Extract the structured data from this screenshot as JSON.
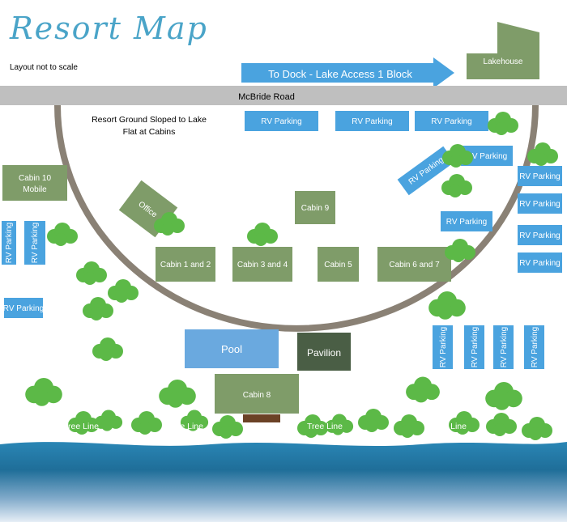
{
  "title": "Resort Map",
  "note": "Layout not to scale",
  "slope_note": [
    "Resort Ground Sloped to Lake",
    "Flat at Cabins"
  ],
  "road": "McBride Road",
  "dock_arrow": "To Dock - Lake Access 1 Block",
  "lakehouse": "Lakehouse",
  "office": "Office",
  "pool": "Pool",
  "pavilion": "Pavilion",
  "cabins": {
    "c10": [
      "Cabin 10",
      "Mobile"
    ],
    "c12": "Cabin 1 and 2",
    "c34": "Cabin 3 and 4",
    "c5": "Cabin 5",
    "c67": "Cabin 6 and 7",
    "c8": "Cabin 8",
    "c9": "Cabin 9"
  },
  "rv_parking": "RV Parking",
  "tree_line": "Tree Line",
  "colors": {
    "title": "#4aa4c8",
    "road": "#bfbfbf",
    "track": "#8a8175",
    "arrow": "#4aa3df",
    "parking": "#4aa3df",
    "cabin": "#7f9c69",
    "pool": "#6aa9df",
    "pavilion": "#4a5e45",
    "dock": "#6b4226",
    "tree": "#5cb947",
    "water_top": "#2a8ab8",
    "water_bottom": "#e3edf6"
  },
  "icons": [
    "tree-cluster-icon",
    "right-arrow-icon"
  ]
}
